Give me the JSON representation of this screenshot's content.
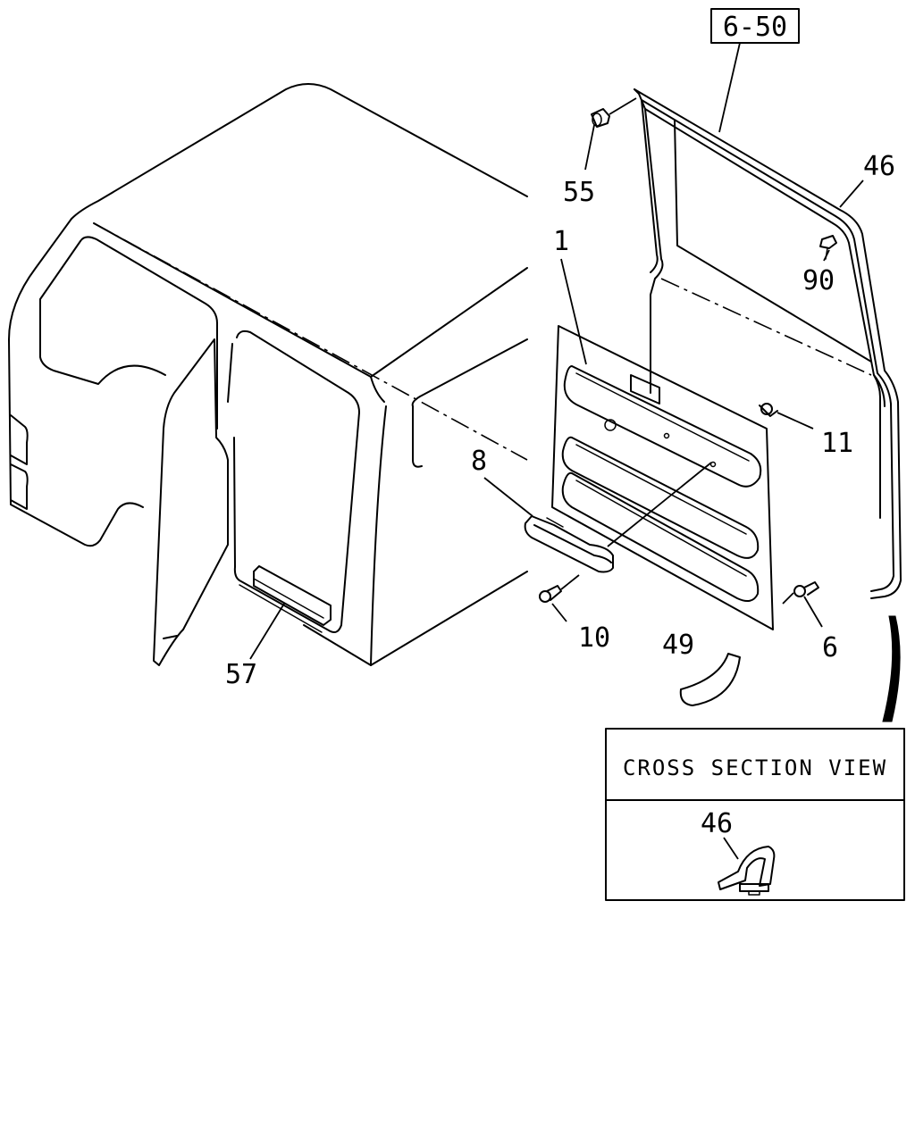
{
  "reference": "6-50",
  "labels": {
    "p1": "1",
    "p6": "6",
    "p8": "8",
    "p10": "10",
    "p11": "11",
    "p46": "46",
    "p49": "49",
    "p55": "55",
    "p57": "57",
    "p90": "90"
  },
  "cross_section": {
    "title": "CROSS SECTION VIEW",
    "part": "46"
  }
}
